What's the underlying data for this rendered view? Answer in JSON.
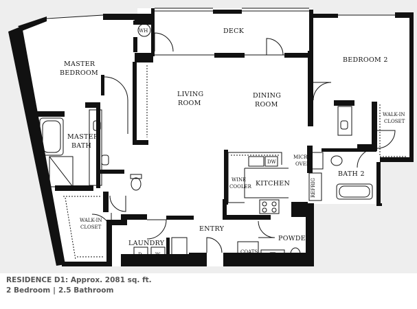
{
  "rooms": {
    "wh": "WH",
    "deck": "DECK",
    "master_bedroom": [
      "MASTER",
      "BEDROOM"
    ],
    "bedroom2": "BEDROOM 2",
    "living_room": [
      "LIVING",
      "ROOM"
    ],
    "dining_room": [
      "DINING",
      "ROOM"
    ],
    "master_bath": [
      "MASTER",
      "BATH"
    ],
    "walk_in_closet_right": [
      "WALK-IN",
      "CLOSET"
    ],
    "micro_oven": [
      "MICRO",
      "OVEN"
    ],
    "dw": "DW",
    "wine_cooler": [
      "WINE",
      "COOLER"
    ],
    "kitchen": "KITCHEN",
    "bath2": "BATH 2",
    "refrig": "REFRIG",
    "walk_in_closet_left": [
      "WALK-IN",
      "CLOSET"
    ],
    "entry": "ENTRY",
    "powder": "POWDER",
    "laundry": "LAUNDRY",
    "d": "D",
    "w": "W",
    "fau": "FAU",
    "coats": "COATS"
  },
  "caption": {
    "title": "RESIDENCE D1: Approx. 2081 sq. ft.",
    "bedrooms": "2 Bedroom",
    "separator": "|",
    "bathrooms": "2.5 Bathroom"
  }
}
